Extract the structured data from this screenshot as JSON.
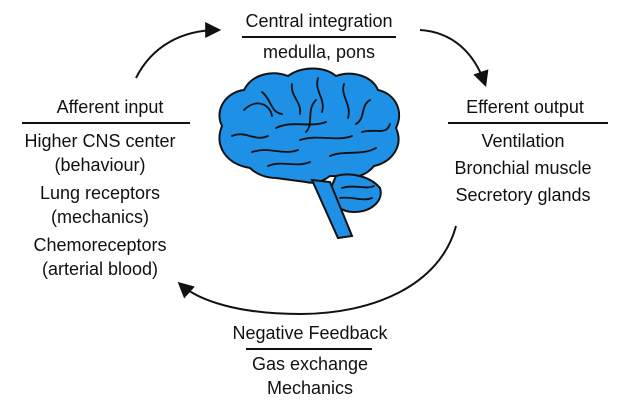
{
  "central": {
    "title": "Central integration",
    "items": [
      "medulla, pons"
    ]
  },
  "afferent": {
    "title": "Afferent input",
    "items": [
      "Higher CNS center",
      "(behaviour)",
      "Lung receptors",
      "(mechanics)",
      "Chemoreceptors",
      "(arterial blood)"
    ]
  },
  "efferent": {
    "title": "Efferent output",
    "items": [
      "Ventilation",
      "Bronchial muscle",
      "Secretory glands"
    ]
  },
  "feedback": {
    "title": "Negative Feedback",
    "items": [
      "Gas exchange",
      "Mechanics"
    ]
  },
  "colors": {
    "brain_fill": "#1e90e6",
    "outline": "#111111",
    "text": "#111111"
  },
  "icons": {
    "brain": "brain-icon"
  }
}
